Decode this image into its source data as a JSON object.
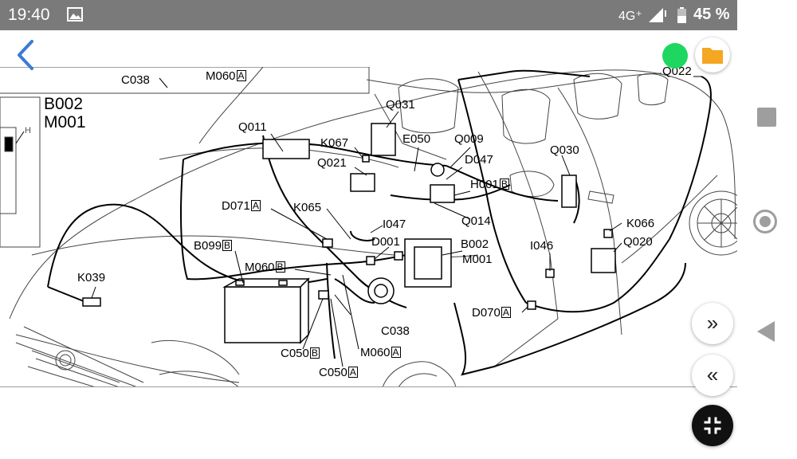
{
  "status_bar": {
    "time": "19:40",
    "network": "4G⁺",
    "battery_pct": "45 %"
  },
  "app_bar": {
    "back_icon": "chevron-left-icon",
    "status_dot_color": "#1ed760",
    "folder_icon": "folder-icon",
    "folder_color": "#f5a623"
  },
  "diagram": {
    "labels": {
      "c038_top": "C038",
      "m060_top": "M060",
      "m060_top_box": "A",
      "q022": "Q022",
      "b002_big": "B002",
      "m001_big": "M001",
      "h_small": "H",
      "q031": "Q031",
      "q011": "Q011",
      "k067": "K067",
      "e050": "E050",
      "q009": "Q009",
      "q021": "Q021",
      "d047": "D047",
      "q030": "Q030",
      "h001": "H001",
      "h001_box": "B",
      "d071": "D071",
      "d071_box": "A",
      "k065": "K065",
      "i047": "I047",
      "q014": "Q014",
      "k066": "K066",
      "d001": "D001",
      "b002": "B002",
      "m001": "M001",
      "i046": "I046",
      "q020": "Q020",
      "b099": "B099",
      "b099_box": "B",
      "m060b": "M060",
      "m060b_box": "B",
      "k039": "K039",
      "d070": "D070",
      "d070_box": "A",
      "c038": "C038",
      "c050b": "C050",
      "c050b_box": "B",
      "m060a": "M060",
      "m060a_box": "A",
      "c050a": "C050",
      "c050a_box": "A"
    }
  },
  "controls": {
    "forward_label": "»",
    "rewind_label": "«",
    "fit_icon": "collapse-icon"
  },
  "nav": {
    "recents_icon": "square-icon",
    "home_icon": "circle-icon",
    "back_icon": "triangle-back-icon"
  }
}
